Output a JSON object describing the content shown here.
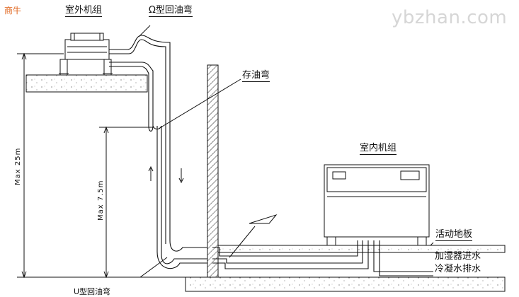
{
  "brand": "商牛",
  "watermark": "ybzhan.com",
  "labels": {
    "outdoor_unit": "室外机组",
    "omega_trap": "Ω型回油弯",
    "oil_trap": "存油弯",
    "indoor_unit": "室内机组",
    "raised_floor": "活动地板",
    "humidifier_water": "加湿器进水",
    "condensate_drain": "冷凝水排水",
    "bottom_partial": "U型回油弯"
  },
  "dimensions": {
    "max_total": "Max 25m",
    "max_drop": "Max 7.5m"
  },
  "colors": {
    "line": "#111111",
    "brand": "#e0631a",
    "watermark": "#d6d6d6"
  }
}
